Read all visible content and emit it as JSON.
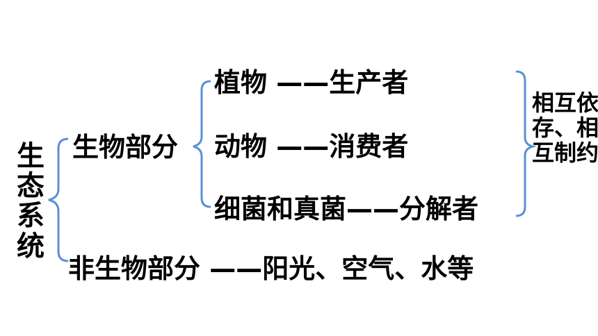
{
  "root": "生态系统",
  "biotic": "生物部分",
  "abiotic": "非生物部分 ——阳光、空气、水等",
  "plants": "植物 ——生产者",
  "animals": "动物 ——消费者",
  "decomposers": "细菌和真菌——分解者",
  "relation": "相互依存、相互制约",
  "colors": {
    "brace": "#5b8fd6",
    "text": "#000000"
  }
}
